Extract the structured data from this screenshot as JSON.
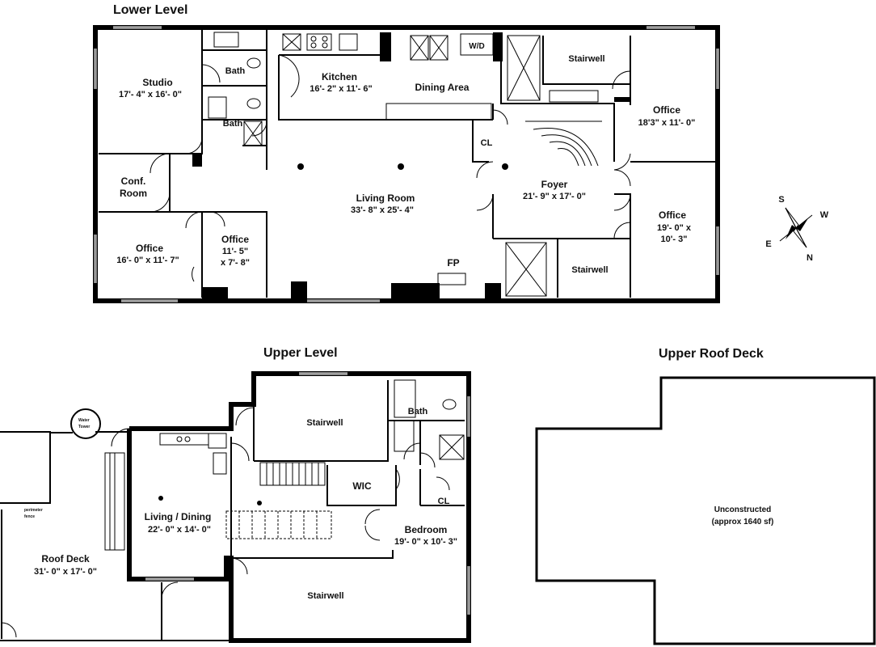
{
  "levels": {
    "lower": "Lower Level",
    "upper": "Upper Level",
    "roof": "Upper Roof Deck"
  },
  "lower_rooms": {
    "studio": {
      "name": "Studio",
      "dims": "17'- 4\" x 16'- 0\""
    },
    "bath1": {
      "name": "Bath"
    },
    "bath2": {
      "name": "Bath"
    },
    "kitchen": {
      "name": "Kitchen",
      "dims": "16'- 2\" x 11'- 6\""
    },
    "wd": {
      "name": "W/D"
    },
    "dining": {
      "name": "Dining Area"
    },
    "stairwell_top": {
      "name": "Stairwell"
    },
    "office_ne": {
      "name": "Office",
      "dims": "18'3\" x 11'- 0\""
    },
    "closet": {
      "name": "CL"
    },
    "conf": {
      "name": "Conf.",
      "name2": "Room"
    },
    "living": {
      "name": "Living Room",
      "dims": "33'- 8\" x 25'- 4\""
    },
    "foyer": {
      "name": "Foyer",
      "dims": "21'- 9\" x 17'- 0\""
    },
    "office_se": {
      "name": "Office",
      "dims": "19'- 0\" x",
      "dims2": "10'- 3\""
    },
    "office_sw": {
      "name": "Office",
      "dims": "16'- 0\" x 11'- 7\""
    },
    "office_small": {
      "name": "Office",
      "dims": "11'- 5\"",
      "dims2": "x 7'- 8\""
    },
    "fp": {
      "name": "FP"
    },
    "stairwell_bottom": {
      "name": "Stairwell"
    }
  },
  "compass": {
    "n": "N",
    "s": "S",
    "e": "E",
    "w": "W"
  },
  "upper_rooms": {
    "water_tower": {
      "line1": "Water",
      "line2": "Tower"
    },
    "perimeter": {
      "line1": "perimeter",
      "line2": "fence"
    },
    "stairwell_top": {
      "name": "Stairwell"
    },
    "bath": {
      "name": "Bath"
    },
    "wic": {
      "name": "WIC"
    },
    "closet": {
      "name": "CL"
    },
    "living_dining": {
      "name": "Living / Dining",
      "dims": "22'- 0\" x 14'- 0\""
    },
    "bedroom": {
      "name": "Bedroom",
      "dims": "19'- 0\" x 10'- 3\""
    },
    "roof_deck": {
      "name": "Roof Deck",
      "dims": "31'- 0\" x 17'- 0\""
    },
    "stairwell_bottom": {
      "name": "Stairwell"
    }
  },
  "roof_deck": {
    "label": "Unconstructed",
    "area": "(approx 1640 sf)"
  }
}
